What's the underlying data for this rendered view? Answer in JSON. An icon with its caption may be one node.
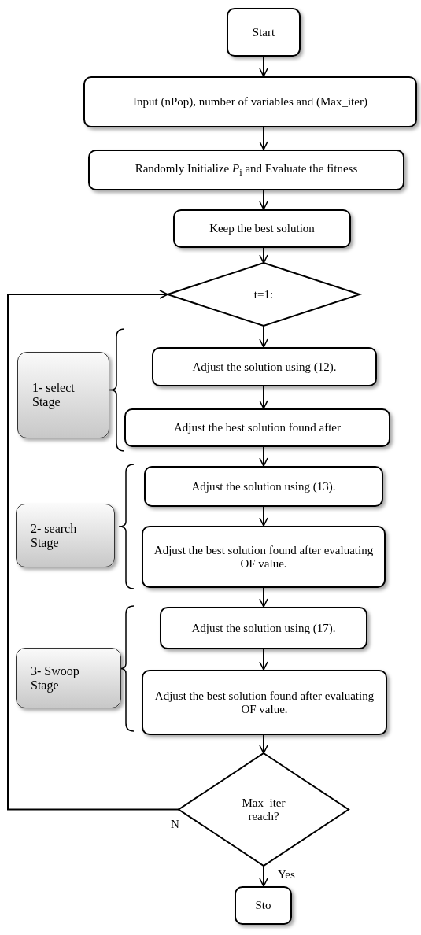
{
  "diagram": {
    "nodes": [
      {
        "text": [
          "Start"
        ]
      },
      {
        "text": [
          "Input (nPop), number of variables and (Max_iter)"
        ]
      },
      {
        "text": [
          "Randomly Initialize *P*$_{i}$ and Evaluate the fitness"
        ]
      },
      {
        "text": [
          "Keep the best solution"
        ]
      },
      {
        "text": [
          "t=1:"
        ]
      },
      {
        "text": [
          "1- select Stage"
        ]
      },
      {
        "text": [
          "Adjust the solution using (12)."
        ]
      },
      {
        "text": [
          "Adjust the best solution found after"
        ]
      },
      {
        "text": [
          "2- search Stage"
        ]
      },
      {
        "text": [
          "Adjust the solution using (13)."
        ]
      },
      {
        "text": [
          "Adjust the best solution found after evaluating OF value."
        ]
      },
      {
        "text": [
          "3- Swoop Stage"
        ]
      },
      {
        "text": [
          "Adjust the solution using (17)."
        ]
      },
      {
        "text": [
          "Adjust the best solution found after evaluating OF value."
        ]
      },
      {
        "text": [
          "Max_iter reach?"
        ]
      },
      {
        "text": [
          "Sto"
        ]
      }
    ],
    "edges": [
      {
        "from": 0,
        "to": 1,
        "arrow": "to"
      },
      {
        "from": 1,
        "to": 2,
        "arrow": "to"
      },
      {
        "from": 2,
        "to": 3,
        "arrow": "to"
      },
      {
        "from": 3,
        "to": 4,
        "arrow": "to"
      },
      {
        "from": 4,
        "to": 6,
        "arrow": "to"
      },
      {
        "from": 6,
        "to": 7,
        "arrow": "to"
      },
      {
        "from": 7,
        "to": 9,
        "arrow": "to"
      },
      {
        "from": 9,
        "to": 10,
        "arrow": "to"
      },
      {
        "from": 10,
        "to": 12,
        "arrow": "to"
      },
      {
        "from": 12,
        "to": 13,
        "arrow": "to"
      },
      {
        "from": 13,
        "to": 14,
        "arrow": "to"
      },
      {
        "from": 14,
        "to": 15,
        "arrow": "to",
        "label": "Yes"
      },
      {
        "from": 14,
        "to": 4,
        "arrow": "to",
        "label": "N"
      }
    ]
  }
}
